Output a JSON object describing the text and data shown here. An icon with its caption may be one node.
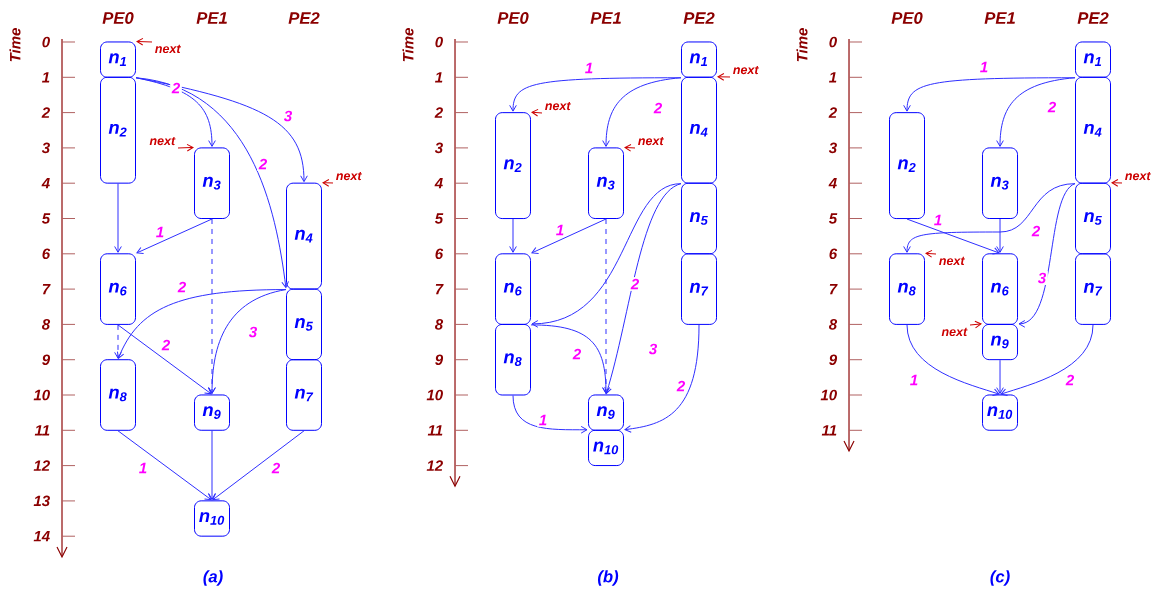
{
  "diagram": {
    "nodes": [
      {
        "text": [
          "n$_{1}$"
        ]
      },
      {
        "text": [
          "n$_{2}$"
        ]
      },
      {
        "text": [
          "n$_{3}$"
        ]
      },
      {
        "text": [
          "n$_{4}$"
        ]
      },
      {
        "text": [
          "n$_{5}$"
        ]
      },
      {
        "text": [
          "n$_{6}$"
        ]
      },
      {
        "text": [
          "n$_{7}$"
        ]
      },
      {
        "text": [
          "n$_{8}$"
        ]
      },
      {
        "text": [
          "n$_{9}$"
        ]
      },
      {
        "text": [
          "n$_{10}$"
        ]
      },
      {
        "text": [
          "next"
        ]
      },
      {
        "text": [
          "next"
        ]
      },
      {
        "text": [
          "next"
        ]
      },
      {
        "text": [
          "n$_{1}$"
        ]
      },
      {
        "text": [
          "n$_{2}$"
        ]
      },
      {
        "text": [
          "n$_{3}$"
        ]
      },
      {
        "text": [
          "n$_{4}$"
        ]
      },
      {
        "text": [
          "n$_{5}$"
        ]
      },
      {
        "text": [
          "n$_{6}$"
        ]
      },
      {
        "text": [
          "n$_{7}$"
        ]
      },
      {
        "text": [
          "n$_{8}$"
        ]
      },
      {
        "text": [
          "n$_{9}$"
        ]
      },
      {
        "text": [
          "n$_{10}$"
        ]
      },
      {
        "text": [
          "next"
        ]
      },
      {
        "text": [
          "next"
        ]
      },
      {
        "text": [
          "next"
        ]
      },
      {
        "text": [
          "n$_{1}$"
        ]
      },
      {
        "text": [
          "n$_{2}$"
        ]
      },
      {
        "text": [
          "n$_{3}$"
        ]
      },
      {
        "text": [
          "n$_{4}$"
        ]
      },
      {
        "text": [
          "n$_{5}$"
        ]
      },
      {
        "text": [
          "n$_{6}$"
        ]
      },
      {
        "text": [
          "n$_{7}$"
        ]
      },
      {
        "text": [
          "n$_{8}$"
        ]
      },
      {
        "text": [
          "n$_{9}$"
        ]
      },
      {
        "text": [
          "n$_{10}$"
        ]
      },
      {
        "text": [
          "next"
        ]
      },
      {
        "text": [
          "next"
        ]
      },
      {
        "text": [
          "next"
        ]
      }
    ],
    "edges": [
      {
        "from": 0,
        "to": 2,
        "arrow": "to",
        "label": "2"
      },
      {
        "from": 0,
        "to": 3,
        "arrow": "to",
        "label": "3"
      },
      {
        "from": 0,
        "to": 4,
        "arrow": "to",
        "label": "2"
      },
      {
        "from": 1,
        "to": 5,
        "arrow": "to"
      },
      {
        "from": 2,
        "to": 5,
        "arrow": "to",
        "label": "1"
      },
      {
        "from": 2,
        "to": 8,
        "arrow": "to",
        "style": "dashed"
      },
      {
        "from": 3,
        "to": 7,
        "arrow": "to",
        "label": "2"
      },
      {
        "from": 5,
        "to": 7,
        "arrow": "to",
        "style": "dashed"
      },
      {
        "from": 5,
        "to": 8,
        "arrow": "to",
        "label": "2"
      },
      {
        "from": 3,
        "to": 8,
        "arrow": "to",
        "label": "3"
      },
      {
        "from": 7,
        "to": 9,
        "arrow": "to",
        "label": "1"
      },
      {
        "from": 8,
        "to": 9,
        "arrow": "to"
      },
      {
        "from": 6,
        "to": 9,
        "arrow": "to",
        "label": "2"
      },
      {
        "from": 10,
        "to": 0,
        "arrow": "to",
        "color": "#cc0000"
      },
      {
        "from": 11,
        "to": 2,
        "arrow": "to",
        "color": "#cc0000"
      },
      {
        "from": 12,
        "to": 3,
        "arrow": "to",
        "color": "#cc0000"
      },
      {
        "from": 13,
        "to": 14,
        "arrow": "to",
        "label": "1"
      },
      {
        "from": 13,
        "to": 15,
        "arrow": "to",
        "label": "2"
      },
      {
        "from": 14,
        "to": 18,
        "arrow": "to"
      },
      {
        "from": 15,
        "to": 18,
        "arrow": "to",
        "label": "1"
      },
      {
        "from": 15,
        "to": 21,
        "arrow": "to",
        "style": "dashed"
      },
      {
        "from": 16,
        "to": 20,
        "arrow": "to",
        "label": "2"
      },
      {
        "from": 16,
        "to": 21,
        "arrow": "to",
        "label": "3"
      },
      {
        "from": 18,
        "to": 21,
        "arrow": "to",
        "label": "2"
      },
      {
        "from": 20,
        "to": 22,
        "arrow": "to",
        "label": "1"
      },
      {
        "from": 19,
        "to": 22,
        "arrow": "to",
        "label": "2"
      },
      {
        "from": 23,
        "to": 16,
        "arrow": "to",
        "color": "#cc0000"
      },
      {
        "from": 24,
        "to": 14,
        "arrow": "to",
        "color": "#cc0000"
      },
      {
        "from": 25,
        "to": 15,
        "arrow": "to",
        "color": "#cc0000"
      },
      {
        "from": 26,
        "to": 27,
        "arrow": "to",
        "label": "1"
      },
      {
        "from": 26,
        "to": 28,
        "arrow": "to",
        "label": "2"
      },
      {
        "from": 27,
        "to": 31,
        "arrow": "to",
        "label": "1"
      },
      {
        "from": 28,
        "to": 31,
        "arrow": "to"
      },
      {
        "from": 29,
        "to": 33,
        "arrow": "to",
        "label": "2"
      },
      {
        "from": 29,
        "to": 34,
        "arrow": "to",
        "label": "3"
      },
      {
        "from": 33,
        "to": 35,
        "arrow": "to",
        "label": "1"
      },
      {
        "from": 34,
        "to": 35,
        "arrow": "to"
      },
      {
        "from": 32,
        "to": 35,
        "arrow": "to",
        "label": "2"
      },
      {
        "from": 36,
        "to": 30,
        "arrow": "to",
        "color": "#cc0000"
      },
      {
        "from": 37,
        "to": 33,
        "arrow": "to",
        "color": "#cc0000"
      },
      {
        "from": 38,
        "to": 34,
        "arrow": "to",
        "color": "#cc0000"
      }
    ],
    "labels": [
      "Time",
      "PE0",
      "PE1",
      "PE2",
      "0",
      "1",
      "2",
      "3",
      "4",
      "5",
      "6",
      "7",
      "8",
      "9",
      "10",
      "11",
      "12",
      "13",
      "14",
      "(a)",
      "Time",
      "PE0",
      "PE1",
      "PE2",
      "0",
      "1",
      "2",
      "3",
      "4",
      "5",
      "6",
      "7",
      "8",
      "9",
      "10",
      "11",
      "12",
      "(b)",
      "Time",
      "PE0",
      "PE1",
      "PE2",
      "0",
      "1",
      "2",
      "3",
      "4",
      "5",
      "6",
      "7",
      "8",
      "9",
      "10",
      "11",
      "(c)"
    ]
  }
}
